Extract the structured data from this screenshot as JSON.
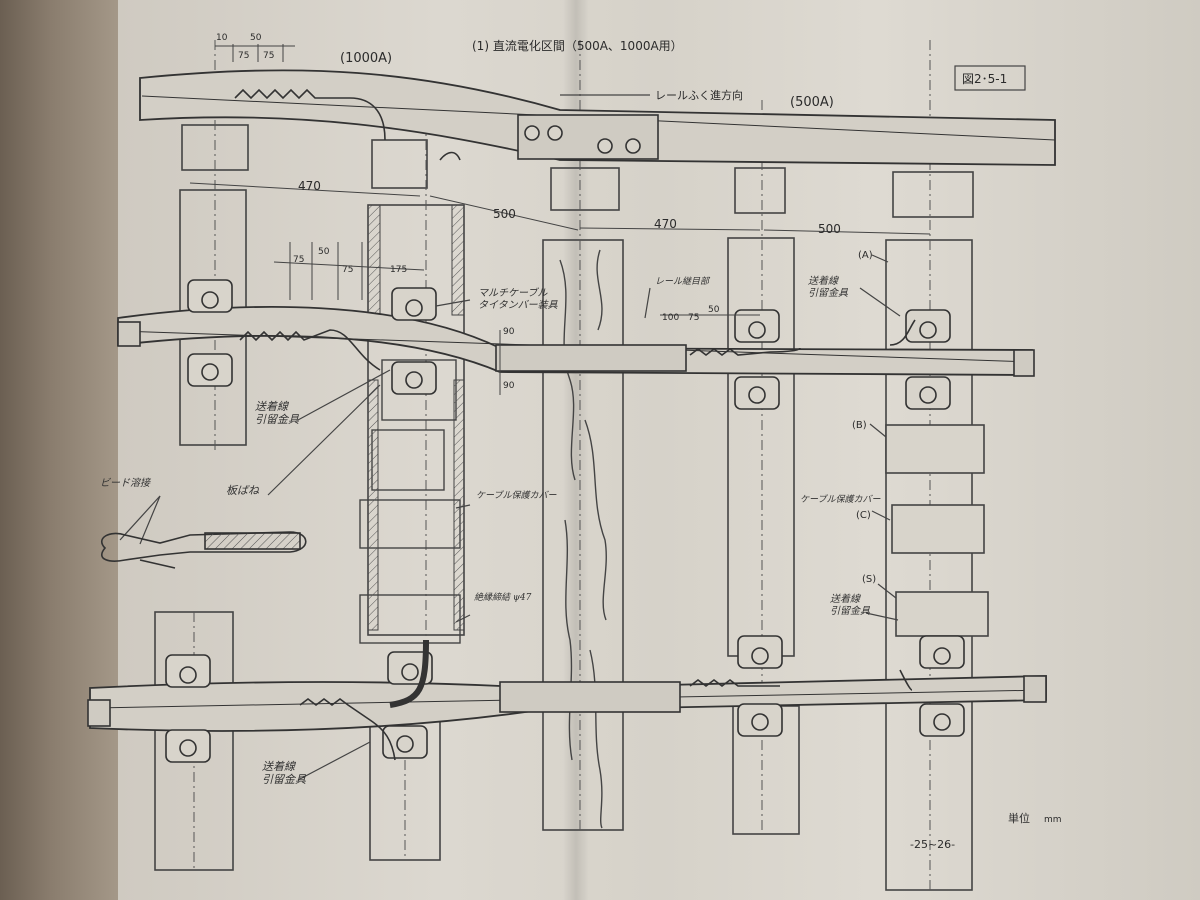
{
  "document": {
    "title": "(1)  直流電化区間（500A、1000A用）",
    "figure_no": "図2･5-1",
    "direction_label": "レールふく進方向",
    "section_left": "(1000A)",
    "section_right": "(500A)",
    "unit_label": "単位",
    "unit_value": "mm",
    "page_number": "-25~26-"
  },
  "dimensions": {
    "top_10": "10",
    "top_50": "50",
    "top_75a": "75",
    "top_75b": "75",
    "d470_left": "470",
    "d500_left": "500",
    "d470_right": "470",
    "d500_right": "500",
    "mid_75a": "75",
    "mid_50": "50",
    "mid_75b": "75",
    "mid_175": "175",
    "r_100": "100",
    "r_75": "75",
    "r_50": "50",
    "g_90a": "90",
    "g_90b": "90"
  },
  "annotations": {
    "multi_cable_bar": "マルチケーブル\nタイタンバー装具",
    "feed_wire_anchor_1": "送着線\n引留金具",
    "feed_wire_anchor_2": "送着線\n引留金具",
    "feed_wire_anchor_3": "送着線\n引留金具",
    "feed_wire_anchor_right": "送着線\n引留金具",
    "rail_bond_spring": "板ばね",
    "bead_weld": "ビード溶接",
    "cable_protect_cover_left": "ケーブル保護カバー",
    "cable_protect_cover_right": "ケーブル保護カバー",
    "rail_junction": "レール継目部",
    "insulation_clip": "絶縁締結 ψ47",
    "label_a": "(A)",
    "label_b": "(B)",
    "label_c": "(C)",
    "label_s": "(S)"
  }
}
